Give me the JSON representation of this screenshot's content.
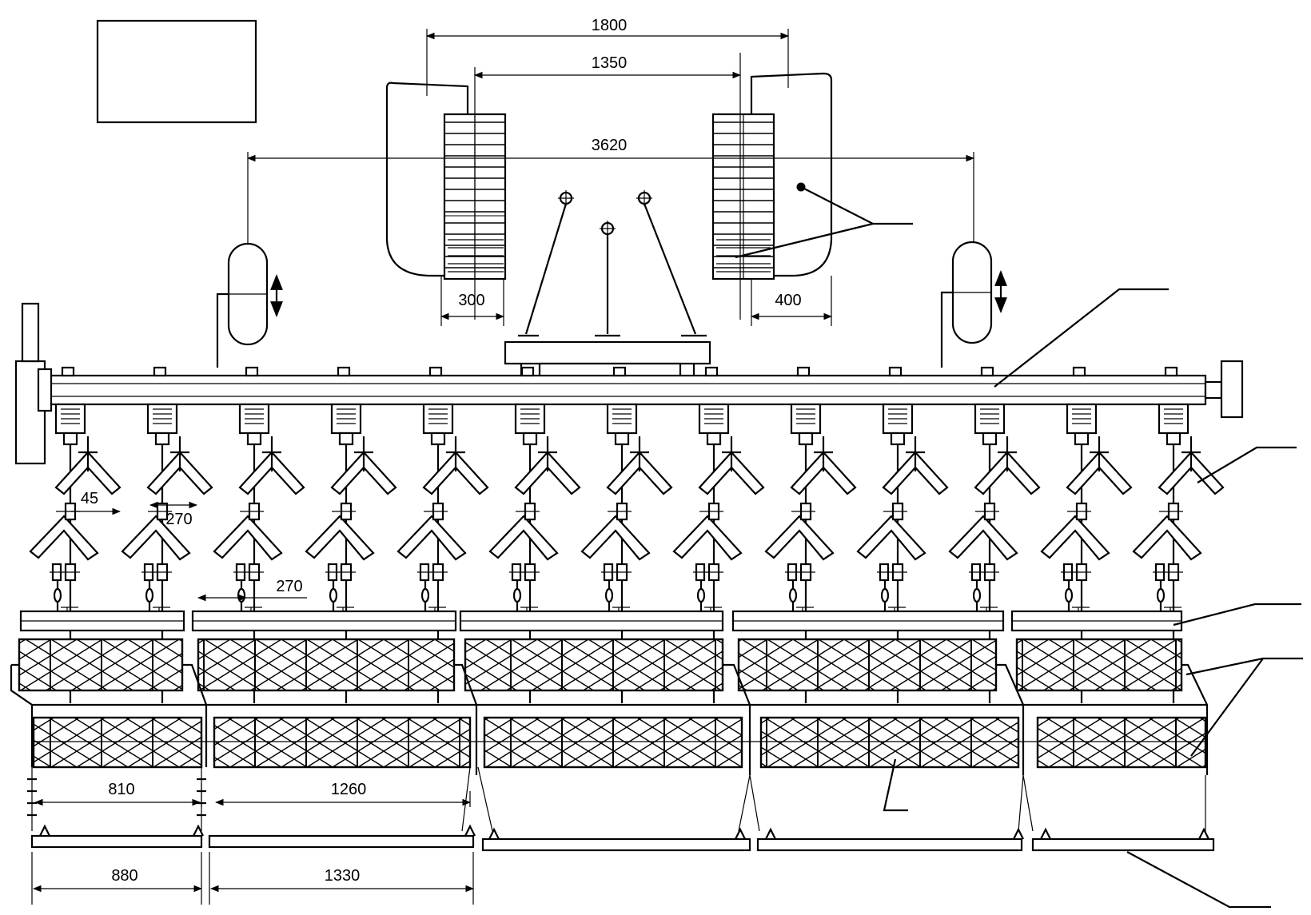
{
  "diagram": {
    "type": "engineering-drawing",
    "dimensions": {
      "track_outer": "1800",
      "track_inner": "1350",
      "gauge_wheels": "3620",
      "left_tire_width": "300",
      "right_tire_width": "400",
      "sweep_offset": "45",
      "sweep_spacing_a": "270",
      "sweep_spacing_b": "270",
      "harrow_left": "810",
      "harrow_right": "1260",
      "bar_left": "880",
      "bar_right": "1330"
    },
    "blank_label": "",
    "callout_labels": [
      "",
      "",
      "",
      "",
      "",
      "",
      ""
    ]
  }
}
